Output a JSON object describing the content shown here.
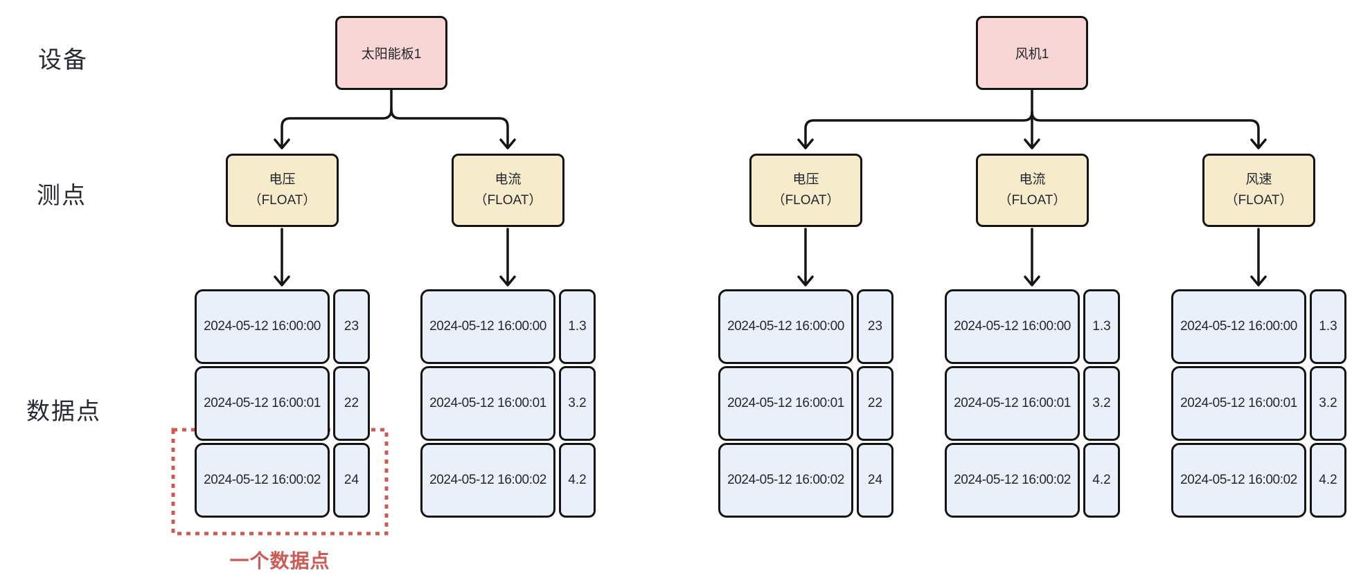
{
  "row_labels": {
    "device": "设备",
    "measurement": "测点",
    "datapoint": "数据点"
  },
  "annotation": {
    "label": "一个数据点"
  },
  "colors": {
    "device_fill": "#f9d6d6",
    "measurement_fill": "#f6eccb",
    "datapoint_fill": "#eaf0fa",
    "line_and_border": "#141414",
    "annotation_red": "#cd5a55",
    "background": "#ffffff"
  },
  "trees": [
    {
      "device": "太阳能板1",
      "measurements": [
        {
          "name": "电压",
          "type": "（FLOAT）",
          "rows": [
            {
              "time": "2024-05-12 16:00:00",
              "value": "23"
            },
            {
              "time": "2024-05-12 16:00:01",
              "value": "22"
            },
            {
              "time": "2024-05-12 16:00:02",
              "value": "24"
            }
          ]
        },
        {
          "name": "电流",
          "type": "（FLOAT）",
          "rows": [
            {
              "time": "2024-05-12 16:00:00",
              "value": "1.3"
            },
            {
              "time": "2024-05-12 16:00:01",
              "value": "3.2"
            },
            {
              "time": "2024-05-12 16:00:02",
              "value": "4.2"
            }
          ]
        }
      ]
    },
    {
      "device": "风机1",
      "measurements": [
        {
          "name": "电压",
          "type": "（FLOAT）",
          "rows": [
            {
              "time": "2024-05-12 16:00:00",
              "value": "23"
            },
            {
              "time": "2024-05-12 16:00:01",
              "value": "22"
            },
            {
              "time": "2024-05-12 16:00:02",
              "value": "24"
            }
          ]
        },
        {
          "name": "电流",
          "type": "（FLOAT）",
          "rows": [
            {
              "time": "2024-05-12 16:00:00",
              "value": "1.3"
            },
            {
              "time": "2024-05-12 16:00:01",
              "value": "3.2"
            },
            {
              "time": "2024-05-12 16:00:02",
              "value": "4.2"
            }
          ]
        },
        {
          "name": "风速",
          "type": "（FLOAT）",
          "rows": [
            {
              "time": "2024-05-12 16:00:00",
              "value": "1.3"
            },
            {
              "time": "2024-05-12 16:00:01",
              "value": "3.2"
            },
            {
              "time": "2024-05-12 16:00:02",
              "value": "4.2"
            }
          ]
        }
      ]
    }
  ]
}
